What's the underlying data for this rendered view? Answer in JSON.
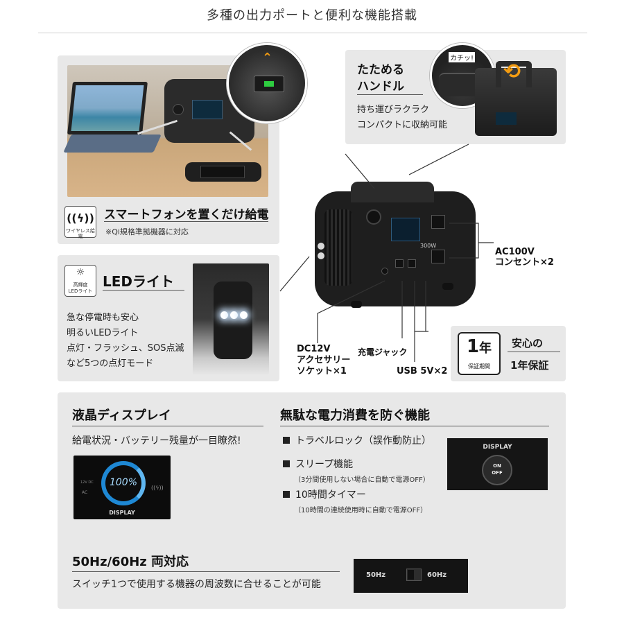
{
  "page": {
    "title": "多種の出力ポートと便利な機能搭載"
  },
  "wireless": {
    "title": "スマートフォンを置くだけ給電",
    "note": "※Qi規格準拠機器に対応",
    "icon_caption": "ワイヤレス給電"
  },
  "handle": {
    "title_line1": "たためる",
    "title_line2": "ハンドル",
    "desc_line1": "持ち運びラクラク",
    "desc_line2": "コンパクトに収納可能",
    "sound": "カチッ!"
  },
  "led": {
    "title": "LEDライト",
    "icon_caption_1": "高輝度",
    "icon_caption_2": "LEDライト",
    "desc_line1": "急な停電時も安心",
    "desc_line2": "明るいLEDライト",
    "desc_line3": "点灯・フラッシュ、SOS点滅",
    "desc_line4": "など5つの点灯モード"
  },
  "callouts": {
    "ac_line1": "AC100V",
    "ac_line2": "コンセント×2",
    "dc_line1": "DC12V",
    "dc_line2": "アクセサリー",
    "dc_line3": "ソケット×1",
    "charge": "充電ジャック",
    "usb": "USB 5V×2"
  },
  "warranty": {
    "number": "1",
    "unit": "年",
    "sub": "保証期間",
    "title_line1": "安心の",
    "title_line2": "1年保証"
  },
  "lcd": {
    "title": "液晶ディスプレイ",
    "desc": "給電状況・バッテリー残量が一目瞭然!",
    "percent": "100%",
    "display_label": "DISPLAY",
    "left_label_1": "12V DC",
    "left_label_2": "AC"
  },
  "power_save": {
    "title": "無駄な電力消費を防ぐ機能",
    "items": [
      {
        "label": "トラベルロック（誤作動防止）",
        "note": ""
      },
      {
        "label": "スリープ機能",
        "note": "（3分間使用しない場合に自動で電源OFF）"
      },
      {
        "label": "10時間タイマー",
        "note": "（10時間の連続使用時に自動で電源OFF）"
      }
    ],
    "display_label": "DISPLAY",
    "button_on": "ON",
    "button_off": "OFF"
  },
  "freq": {
    "title": "50Hz/60Hz 両対応",
    "desc": "スイッチ1つで使用する機器の周波数に合せることが可能",
    "label_50": "50Hz",
    "label_60": "60Hz"
  },
  "device": {
    "panel_text": "300W"
  }
}
